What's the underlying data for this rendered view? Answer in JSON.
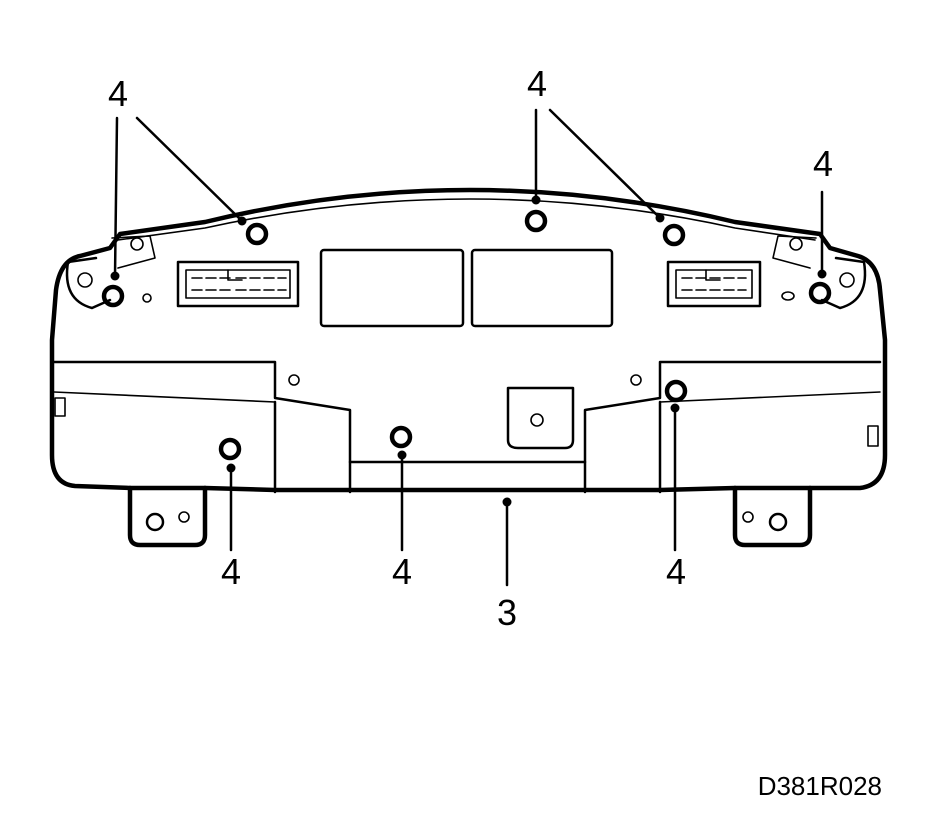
{
  "figure_id": "D381R028",
  "callouts": {
    "screw_top_left": "4",
    "screw_top_center": "4",
    "screw_top_right": "4",
    "screw_bottom_left": "4",
    "screw_bottom_center": "4",
    "screw_bottom_right": "4",
    "housing": "3"
  }
}
